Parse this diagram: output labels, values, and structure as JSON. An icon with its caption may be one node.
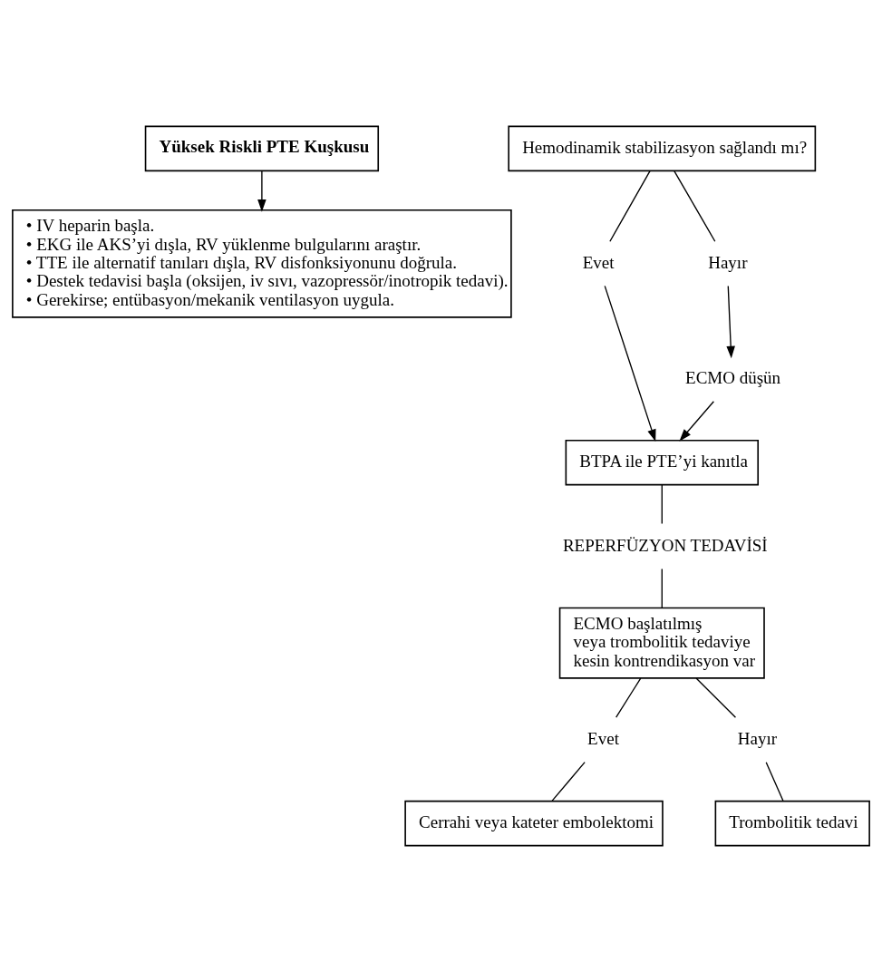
{
  "diagram": {
    "nodes": [
      {
        "text": [
          "Yüksek Riskli PTE Kuşkusu"
        ]
      },
      {
        "text": [
          "• IV heparin başla.",
          "• EKG ile AKS’yi dışla, RV yüklenme bulgularını araştır.",
          "• TTE ile alternatif tanıları dışla, RV disfonksiyonunu doğrula.",
          "• Destek tedavisi başla (oksijen, iv sıvı, vazopressör/inotropik tedavi).",
          "• Gerekirse; entübasyon/mekanik ventilasyon uygula."
        ]
      },
      {
        "text": [
          "Hemodinamik stabilizasyon sağlandı mı?"
        ]
      },
      {
        "text": [
          "Evet"
        ]
      },
      {
        "text": [
          "Hayır"
        ]
      },
      {
        "text": [
          "ECMO düşün"
        ]
      },
      {
        "text": [
          "BTPA ile PTE’yi kanıtla"
        ]
      },
      {
        "text": [
          "REPERFÜZYON TEDAVİSİ"
        ]
      },
      {
        "text": [
          "ECMO başlatılmış veya trombolitik tedaviye kesin kontrendikasyon var"
        ]
      },
      {
        "text": [
          "Evet"
        ]
      },
      {
        "text": [
          "Hayır"
        ]
      },
      {
        "text": [
          "Cerrahi veya kateter embolektomi"
        ]
      },
      {
        "text": [
          "Trombolitik tedavi"
        ]
      }
    ],
    "edges": [
      {
        "from": 0,
        "to": 1,
        "arrow": "to"
      },
      {
        "from": 2,
        "to": 3,
        "arrow": "none"
      },
      {
        "from": 2,
        "to": 4,
        "arrow": "none"
      },
      {
        "from": 4,
        "to": 5,
        "arrow": "to"
      },
      {
        "from": 3,
        "to": 6,
        "arrow": "to"
      },
      {
        "from": 5,
        "to": 6,
        "arrow": "to"
      },
      {
        "from": 6,
        "to": 7,
        "arrow": "none"
      },
      {
        "from": 7,
        "to": 8,
        "arrow": "none"
      },
      {
        "from": 8,
        "to": 9,
        "arrow": "none"
      },
      {
        "from": 8,
        "to": 10,
        "arrow": "none"
      },
      {
        "from": 9,
        "to": 11,
        "arrow": "none"
      },
      {
        "from": 10,
        "to": 12,
        "arrow": "none"
      }
    ]
  }
}
